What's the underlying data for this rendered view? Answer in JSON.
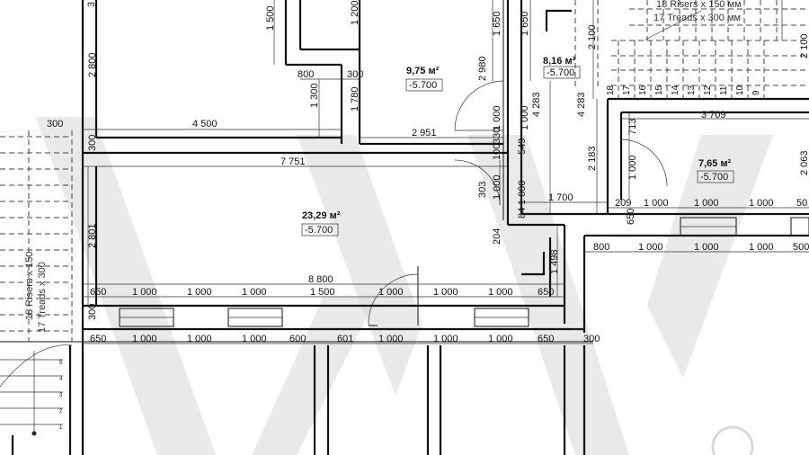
{
  "rooms": [
    {
      "area": "9,75 м²",
      "level": "-5.700"
    },
    {
      "area": "8,16 м²",
      "level": "-5.700"
    },
    {
      "area": "7,65 м²",
      "level": "-5.700"
    },
    {
      "area": "23,29 м²",
      "level": "-5.700"
    }
  ],
  "stairs": {
    "top": {
      "risers": "18 Risers x 150 мм",
      "treads": "17 Treads x 300 мм"
    },
    "left": {
      "risers": "18 Risers x 150",
      "treads": "17 Treads x 300"
    }
  },
  "stair_numbers": [
    "18",
    "17",
    "16",
    "15",
    "14",
    "13",
    "12",
    "11",
    "10",
    "9"
  ],
  "stair_numbers_left": [
    "5",
    "4",
    "3",
    "2",
    "1"
  ],
  "dims_h": [
    "4 500",
    "800",
    "300",
    "2 951",
    "7 751",
    "3 709",
    "1 700",
    "209",
    "1 000",
    "1 000",
    "1 000",
    "50",
    "8 800",
    "800",
    "1 000",
    "1 000",
    "1 000",
    "500",
    "300"
  ],
  "chain_top": [
    "650",
    "1 000",
    "1 000",
    "1 000",
    "1 500",
    "1 000",
    "1 000",
    "1 000",
    "650"
  ],
  "chain_bottom": [
    "650",
    "1 000",
    "1 000",
    "1 000",
    "600",
    "601",
    "1 000",
    "1 000",
    "1 000",
    "650",
    "300"
  ],
  "dims_v": [
    "3",
    "2 800",
    "1 500",
    "1 200",
    "1 300",
    "1 780",
    "2 980",
    "1 650",
    "1 650",
    "2 100",
    "2 100",
    "1 000",
    "1 000",
    "4 283",
    "4 283",
    "330",
    "100",
    "549",
    "1 000",
    "303",
    "1 000",
    "2 183",
    "713",
    "1 000",
    "2 063",
    "300",
    "2 801",
    "204",
    "84",
    "1 498",
    "650",
    "300"
  ]
}
